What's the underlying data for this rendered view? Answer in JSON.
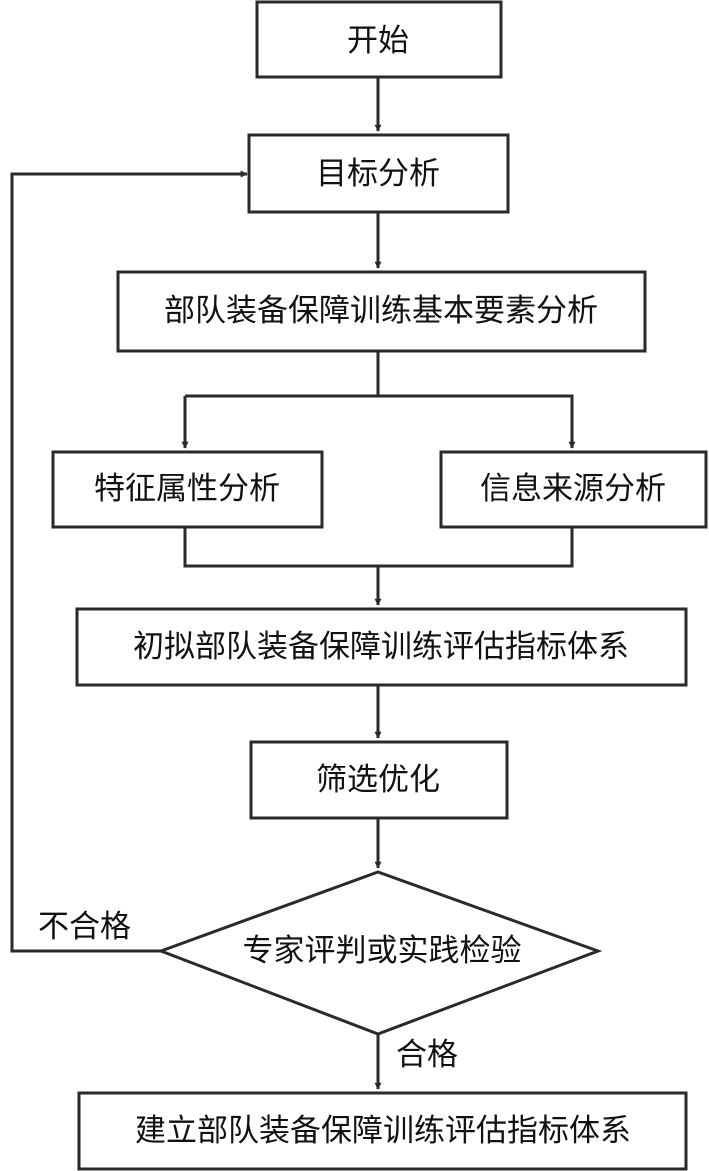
{
  "nodes": {
    "start": "开始",
    "goal_analysis": "目标分析",
    "element_analysis": "部队装备保障训练基本要素分析",
    "attribute_analysis": "特征属性分析",
    "source_analysis": "信息来源分析",
    "draft_system": "初拟部队装备保障训练评估指标体系",
    "optimize": "筛选优化",
    "review": "专家评判或实践检验",
    "final_system": "建立部队装备保障训练评估指标体系"
  },
  "edges": {
    "fail_label": "不合格",
    "pass_label": "合格"
  }
}
